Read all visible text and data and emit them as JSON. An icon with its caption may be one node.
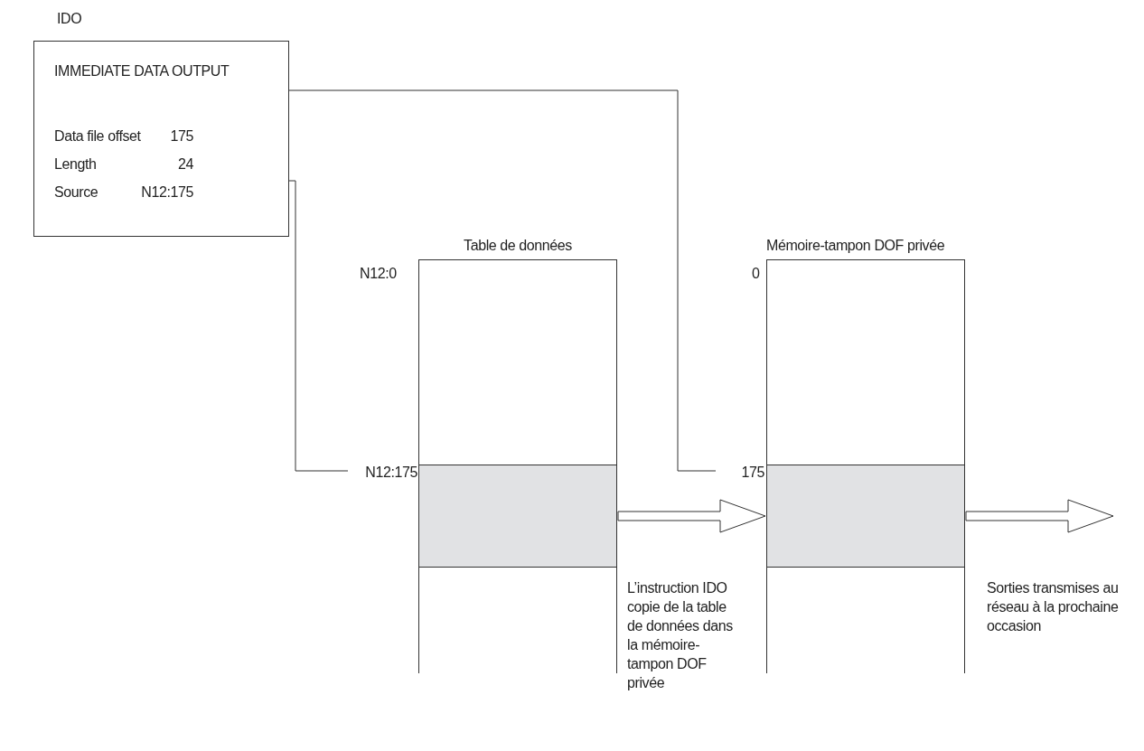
{
  "diagram": {
    "nodes": [
      {
        "text": [
          "IDO",
          "IMMEDIATE DATA OUTPUT",
          "Data file offset",
          "175",
          "Length",
          "24",
          "Source",
          "N12:175"
        ]
      },
      {
        "text": [
          "Table de données"
        ],
        "beside": [
          "N12:0"
        ]
      },
      {
        "text": [],
        "shape": "box",
        "in": 1
      },
      {
        "text": [
          "N12:175"
        ]
      },
      {
        "text": [
          "Mémoire-tampon DOF privée"
        ],
        "beside": [
          "0"
        ]
      },
      {
        "text": [],
        "shape": "box",
        "in": 4
      },
      {
        "text": [
          "175"
        ]
      }
    ],
    "edges": [
      {
        "from": 0,
        "to": 3,
        "arrow": "none"
      },
      {
        "from": 0,
        "to": 6,
        "arrow": "none"
      },
      {
        "from": 2,
        "to": 5,
        "arrow": "to",
        "label": "L’instruction IDO copie de la table de données dans la mémoire-tampon DOF privée"
      },
      {
        "from": 5,
        "to": null,
        "arrow": "to",
        "label": "Sorties transmises au réseau à la prochaine occasion"
      }
    ]
  }
}
